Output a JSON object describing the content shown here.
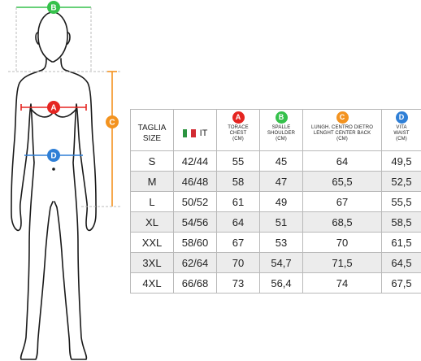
{
  "markers": {
    "A": {
      "letter": "A",
      "color": "#e52521"
    },
    "B": {
      "letter": "B",
      "color": "#35c14b"
    },
    "C": {
      "letter": "C",
      "color": "#f39320"
    },
    "D": {
      "letter": "D",
      "color": "#2f7fd6"
    }
  },
  "table": {
    "size_header": {
      "line1": "TAGLIA",
      "line2": "SIZE"
    },
    "it_header": {
      "label": "IT",
      "flag_colors": [
        "#2c9440",
        "#ffffff",
        "#d22b33"
      ]
    },
    "columns": [
      {
        "marker": "A",
        "line1": "TORACE",
        "line2": "CHEST",
        "line3": "(CM)"
      },
      {
        "marker": "B",
        "line1": "SPALLE",
        "line2": "SHOULDER",
        "line3": "(CM)"
      },
      {
        "marker": "C",
        "line1": "LUNGH. CENTRO DIETRO",
        "line2": "LENGHT CENTER BACK",
        "line3": "(CM)"
      },
      {
        "marker": "D",
        "line1": "VITA",
        "line2": "WAIST",
        "line3": "(CM)"
      }
    ],
    "rows": [
      {
        "size": "S",
        "it": "42/44",
        "chest": "55",
        "shoulder": "45",
        "length": "64",
        "waist": "49,5"
      },
      {
        "size": "M",
        "it": "46/48",
        "chest": "58",
        "shoulder": "47",
        "length": "65,5",
        "waist": "52,5"
      },
      {
        "size": "L",
        "it": "50/52",
        "chest": "61",
        "shoulder": "49",
        "length": "67",
        "waist": "55,5"
      },
      {
        "size": "XL",
        "it": "54/56",
        "chest": "64",
        "shoulder": "51",
        "length": "68,5",
        "waist": "58,5"
      },
      {
        "size": "XXL",
        "it": "58/60",
        "chest": "67",
        "shoulder": "53",
        "length": "70",
        "waist": "61,5"
      },
      {
        "size": "3XL",
        "it": "62/64",
        "chest": "70",
        "shoulder": "54,7",
        "length": "71,5",
        "waist": "64,5"
      },
      {
        "size": "4XL",
        "it": "66/68",
        "chest": "73",
        "shoulder": "56,4",
        "length": "74",
        "waist": "67,5"
      }
    ]
  }
}
